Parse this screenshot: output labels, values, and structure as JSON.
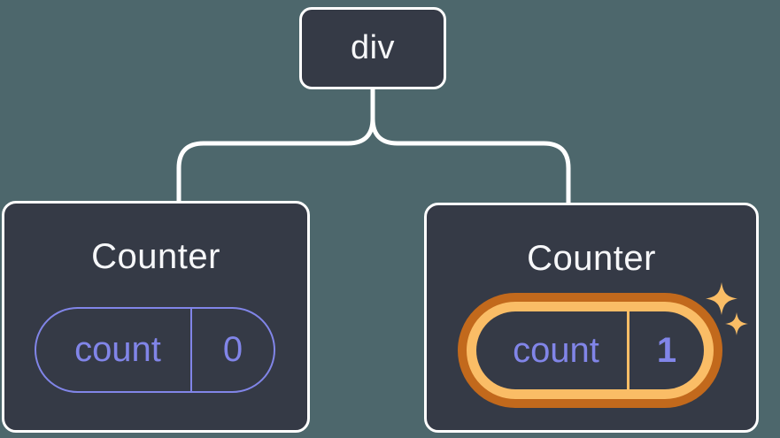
{
  "diagram": {
    "root": {
      "label": "div"
    },
    "children": [
      {
        "title": "Counter",
        "state": {
          "key": "count",
          "value": "0"
        },
        "highlighted": false
      },
      {
        "title": "Counter",
        "state": {
          "key": "count",
          "value": "1"
        },
        "highlighted": true
      }
    ]
  },
  "colors": {
    "background": "#4D676C",
    "card_background": "#353A46",
    "card_border": "#FFFFFF",
    "connector_line": "#FFFFFF",
    "state_purple": "#8185E8",
    "highlight_orange_dark": "#C2691C",
    "highlight_orange_light": "#FABD66",
    "title_text": "#F6F7F9"
  },
  "icons": {
    "sparkles": "sparkles-icon"
  }
}
